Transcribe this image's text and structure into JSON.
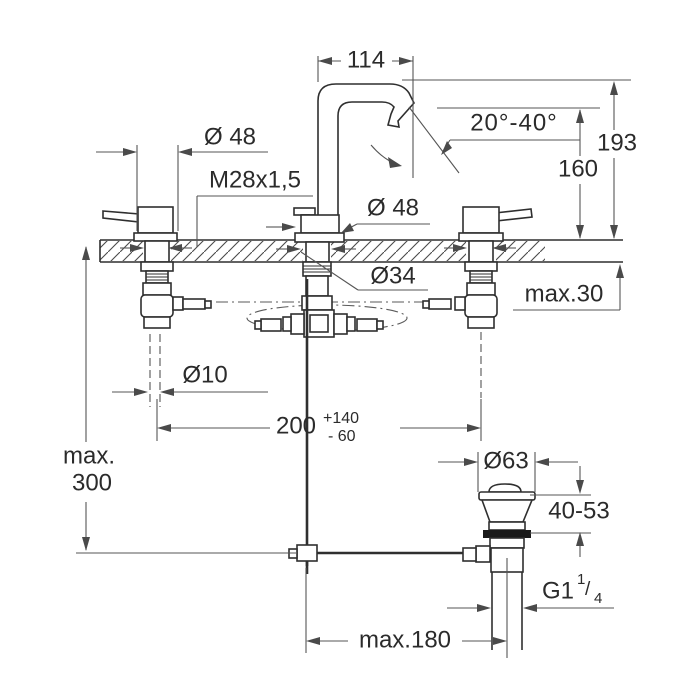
{
  "colors": {
    "background": "#ffffff",
    "part_line": "#2f2f2f",
    "dimension_line": "#555555",
    "text": "#2b2b2b",
    "seal_ring": "#1a1a1a"
  },
  "dimensions": {
    "spout_reach": "114",
    "swivel_angle": "20°-40°",
    "height_to_top": "193",
    "height_to_outlet": "160",
    "handle_escutcheon_diameter": "Ø 48",
    "mounting_thread": "M28x1,5",
    "spout_base_diameter": "Ø 48",
    "deck_hole_diameter": "Ø34",
    "max_deck_thickness": "max.30",
    "rod_diameter": "Ø10",
    "hole_centers": "200",
    "hole_centers_plus_tolerance": "+140",
    "hole_centers_minus_tolerance": "- 60",
    "max_install_depth_line1": "max.",
    "max_install_depth_line2": "300",
    "waste_flange_diameter": "Ø63",
    "clamping_range": "40-53",
    "waste_thread_base": "G1",
    "waste_thread_numerator": "1",
    "waste_thread_slash": "/",
    "waste_thread_denominator": "4",
    "max_spout_to_waste": "max.180"
  }
}
